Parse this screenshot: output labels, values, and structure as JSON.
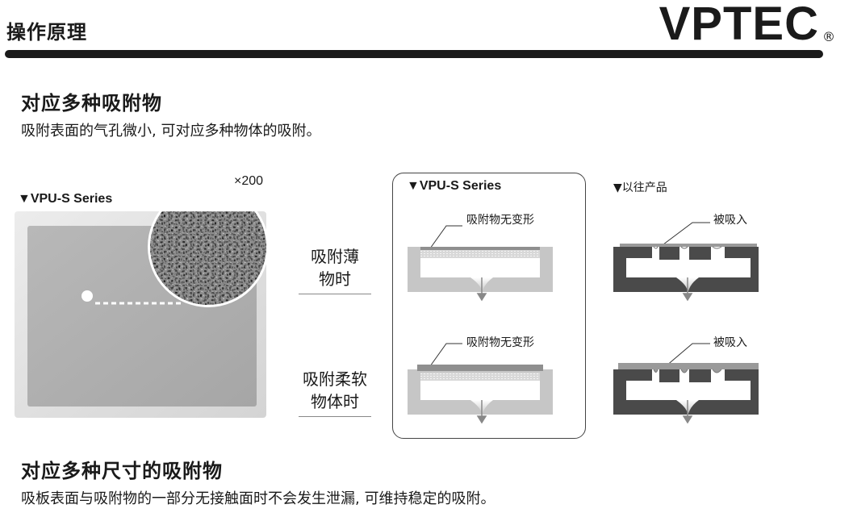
{
  "header": {
    "title": "操作原理",
    "logo": "VPTEC",
    "logo_mark": "®"
  },
  "section1": {
    "heading": "对应多种吸附物",
    "body": "吸附表面的气孔微小, 可对应多种物体的吸附。"
  },
  "figure": {
    "photo_label": "▼VPU-S Series",
    "magnification": "×200",
    "panel_label": "▼VPU-S Series",
    "legacy_label": "▼以往产品",
    "rows": [
      {
        "label_line1": "吸附薄",
        "label_line2": "物时",
        "vpu_note": "吸附物无变形",
        "legacy_note": "被吸入"
      },
      {
        "label_line1": "吸附柔软",
        "label_line2": "物体时",
        "vpu_note": "吸附物无变形",
        "legacy_note": "被吸入"
      }
    ],
    "colors": {
      "dark_body": "#4a4a4a",
      "light_body": "#c6c6c6",
      "plate": "#8f8f8f",
      "porous": "#dcdcdc"
    }
  },
  "section2": {
    "heading": "对应多种尺寸的吸附物",
    "body": "吸板表面与吸附物的一部分无接触面时不会发生泄漏, 可维持稳定的吸附。"
  }
}
